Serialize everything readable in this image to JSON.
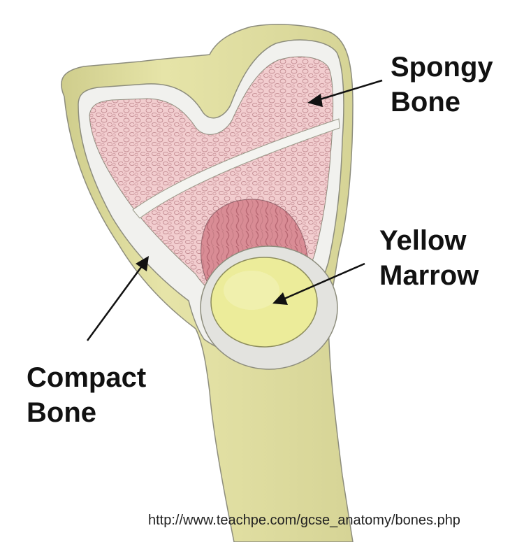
{
  "labels": {
    "spongy_bone": [
      "Spongy",
      "Bone"
    ],
    "yellow_marrow": [
      "Yellow",
      "Marrow"
    ],
    "compact_bone": [
      "Compact",
      "Bone"
    ]
  },
  "source_url": "http://www.teachpe.com/gcse_anatomy/bones.php",
  "colors": {
    "bone_outer": "#e6e4a8",
    "compact_layer": "#f1f1ee",
    "spongy": "#f2cdcf",
    "red_marrow": "#d98c95",
    "yellow_marrow": "#ecec9a",
    "outline": "#8d8d7d",
    "arrow": "#111111"
  }
}
